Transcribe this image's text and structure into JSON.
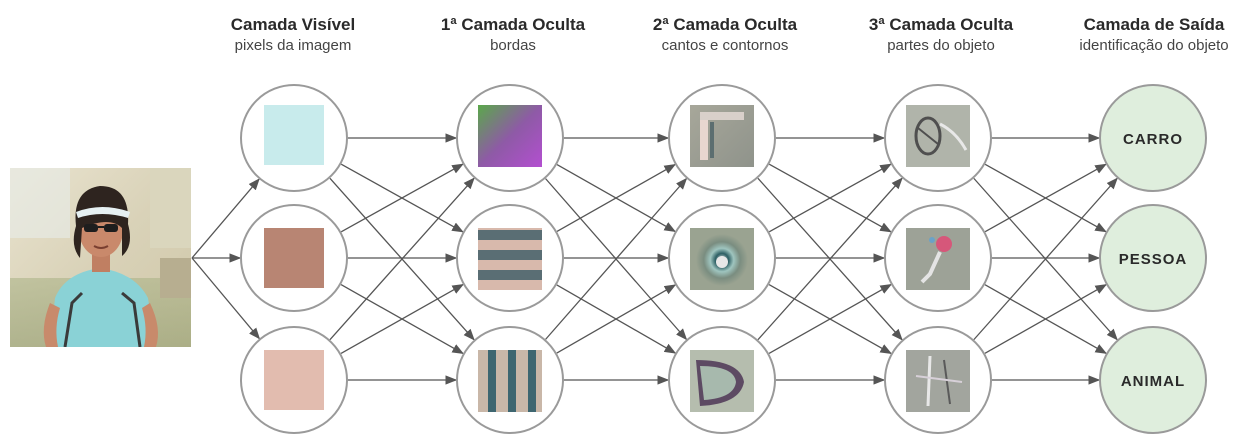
{
  "layers": [
    {
      "title": "Camada Visível",
      "subtitle": "pixels da imagem"
    },
    {
      "title": "1ª Camada Oculta",
      "subtitle": "bordas"
    },
    {
      "title": "2ª Camada Oculta",
      "subtitle": "cantos e contornos"
    },
    {
      "title": "3ª Camada Oculta",
      "subtitle": "partes do objeto"
    },
    {
      "title": "Camada de Saída",
      "subtitle": "identificação do objeto"
    }
  ],
  "outputs": [
    "CARRO",
    "PESSOA",
    "ANIMAL"
  ],
  "colors": {
    "visible_pixels": [
      "#c8ebec",
      "#b88573",
      "#e2bcaf"
    ],
    "output_fill": "#dfeedd",
    "node_stroke": "#9a9a9a",
    "arrow": "#555555"
  },
  "input_image_icon": "woman-photo-thumbnail",
  "feature_icons": [
    "edge-gradient",
    "horizontal-stripes",
    "vertical-stripes",
    "corner-feature",
    "circle-feature",
    "curve-feature",
    "wheel-part",
    "face-part",
    "body-part"
  ]
}
